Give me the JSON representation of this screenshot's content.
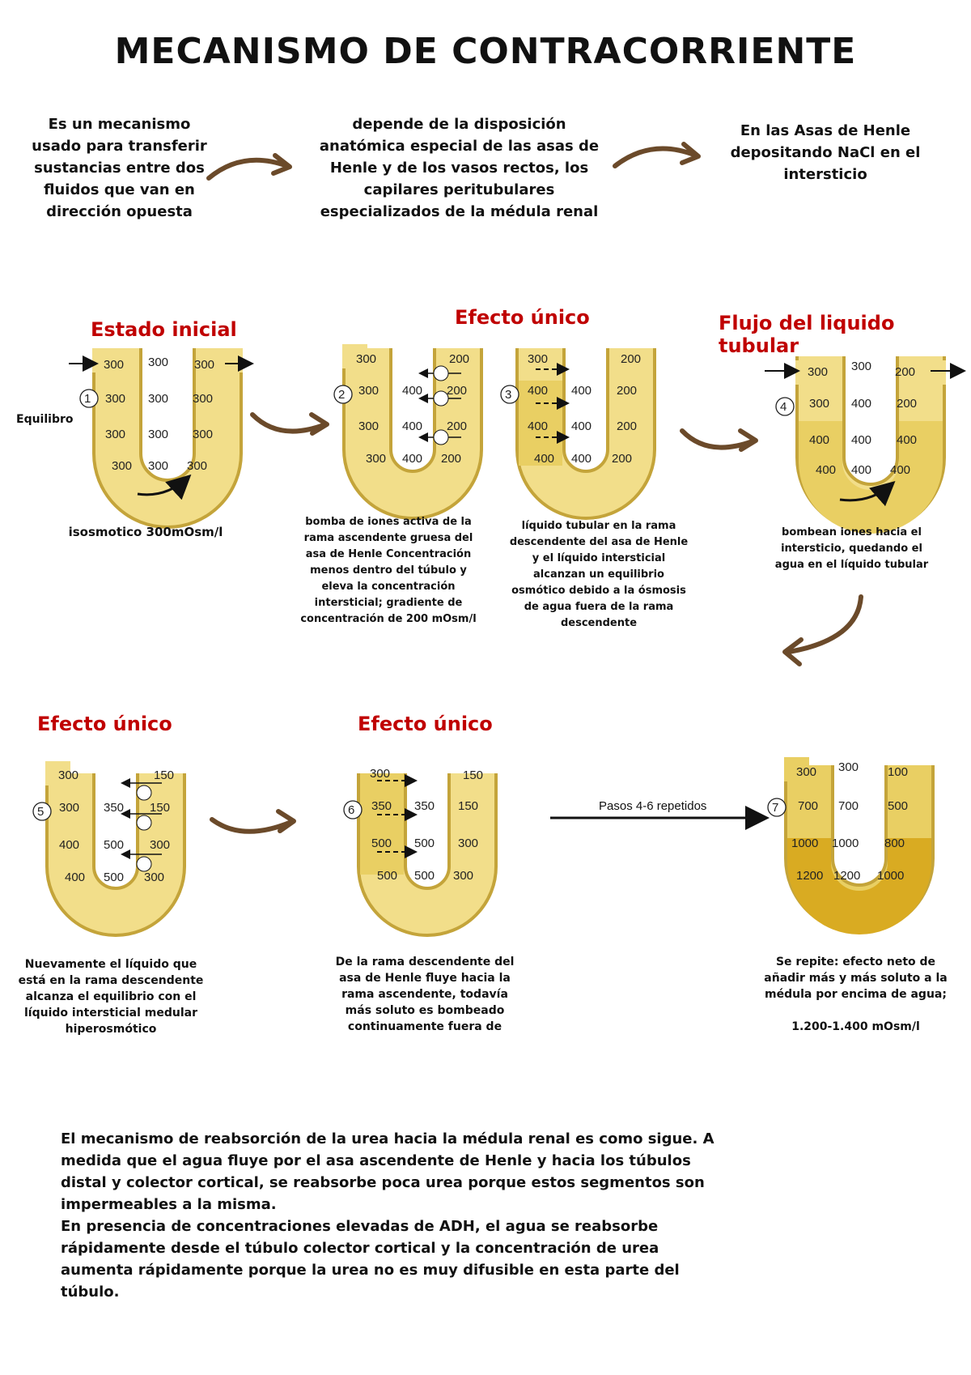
{
  "title": "MECANISMO DE CONTRACORRIENTE",
  "intro": [
    "Es un mecanismo\nusado para transferir\nsustancias entre dos\nfluidos que van en\ndirección opuesta",
    "depende de la disposición\nanatómica especial de las asas de\nHenle y de los vasos rectos, los\ncapilares peritubulares\nespecializados de la médula renal",
    "En las Asas de Henle\ndepositando NaCl en el\nintersticio"
  ],
  "sections": {
    "estado_inicial": "Estado inicial",
    "efecto_unico": "Efecto único",
    "flujo": "Flujo del liquido tubular",
    "efecto_unico_2": "Efecto único",
    "efecto_unico_3": "Efecto único"
  },
  "equilibrio": "Equilibro",
  "pasos": "Pasos 4-6 repetidos",
  "captions": {
    "c1": "isosmotico 300mOsm/l",
    "c2": "bomba de iones activa de la\nrama ascendente gruesa del\nasa de Henle Concentración\nmenos dentro del túbulo y\neleva la concentración\nintersticial; gradiente de\nconcentración de 200 mOsm/l",
    "c3": "líquido tubular en la rama\ndescendente del asa de Henle\ny el líquido intersticial\nalcanzan un  equilibrio\nosmótico debido a la ósmosis\nde agua fuera de la rama\ndescendente",
    "c4": "bombean iones hacia el\nintersticio, quedando el\nagua en el líquido tubular",
    "c5": "Nuevamente el líquido que\nestá en la rama descendente\nalcanza el equilibrio con el\nlíquido intersticial medular\nhiperosmótico",
    "c6": "De la rama descendente del\nasa de Henle fluye hacia la\nrama ascendente, todavía\nmás soluto es bombeado\ncontinuamente fuera de",
    "c7": "Se repite:  efecto neto de\nañadir más y más soluto a la\nmédula por encima de agua;\n\n1.200-1.400 mOsm/l"
  },
  "diagrams": [
    {
      "id": "1",
      "rows": [
        [
          "300",
          "300",
          "300"
        ],
        [
          "300",
          "300",
          "300"
        ],
        [
          "300",
          "300",
          "300"
        ],
        [
          "300",
          "300",
          "300"
        ]
      ]
    },
    {
      "id": "2",
      "rows": [
        [
          "300",
          "",
          "200"
        ],
        [
          "300",
          "400",
          "200"
        ],
        [
          "300",
          "400",
          "200"
        ],
        [
          "300",
          "400",
          "200"
        ]
      ]
    },
    {
      "id": "3",
      "rows": [
        [
          "300",
          "",
          "200"
        ],
        [
          "400",
          "400",
          "200"
        ],
        [
          "400",
          "400",
          "200"
        ],
        [
          "400",
          "400",
          "200"
        ]
      ]
    },
    {
      "id": "4",
      "rows": [
        [
          "300",
          "300",
          "200"
        ],
        [
          "300",
          "400",
          "200"
        ],
        [
          "400",
          "400",
          "400"
        ],
        [
          "400",
          "400",
          "400"
        ]
      ]
    },
    {
      "id": "5",
      "rows": [
        [
          "300",
          "",
          "150"
        ],
        [
          "300",
          "350",
          "150"
        ],
        [
          "400",
          "500",
          "300"
        ],
        [
          "400",
          "500",
          "300"
        ]
      ]
    },
    {
      "id": "6",
      "rows": [
        [
          "300",
          "",
          "150"
        ],
        [
          "350",
          "350",
          "150"
        ],
        [
          "500",
          "500",
          "300"
        ],
        [
          "500",
          "500",
          "300"
        ]
      ]
    },
    {
      "id": "7",
      "rows": [
        [
          "300",
          "300",
          "100"
        ],
        [
          "700",
          "700",
          "500"
        ],
        [
          "1000",
          "1000",
          "800"
        ],
        [
          "1200",
          "1200",
          "1000"
        ]
      ]
    }
  ],
  "bottom_text": "El mecanismo de reabsorción de la urea hacia la médula renal es como sigue. A\nmedida que el agua fluye por el asa ascendente de Henle y hacia los túbulos\ndistal y colector cortical, se reabsorbe poca urea porque estos segmentos son\nimpermeables a la misma.\n En presencia de concentraciones elevadas de ADH, el agua se reabsorbe\nrápidamente desde el túbulo colector cortical y la concentración de urea\naumenta rápidamente porque la urea no es muy difusible en esta parte del\ntúbulo.",
  "colors": {
    "section": "#c00000",
    "arrow": "#6b4a2a",
    "tube": "#f2de8a",
    "tube_dark": "#d9ab22"
  }
}
